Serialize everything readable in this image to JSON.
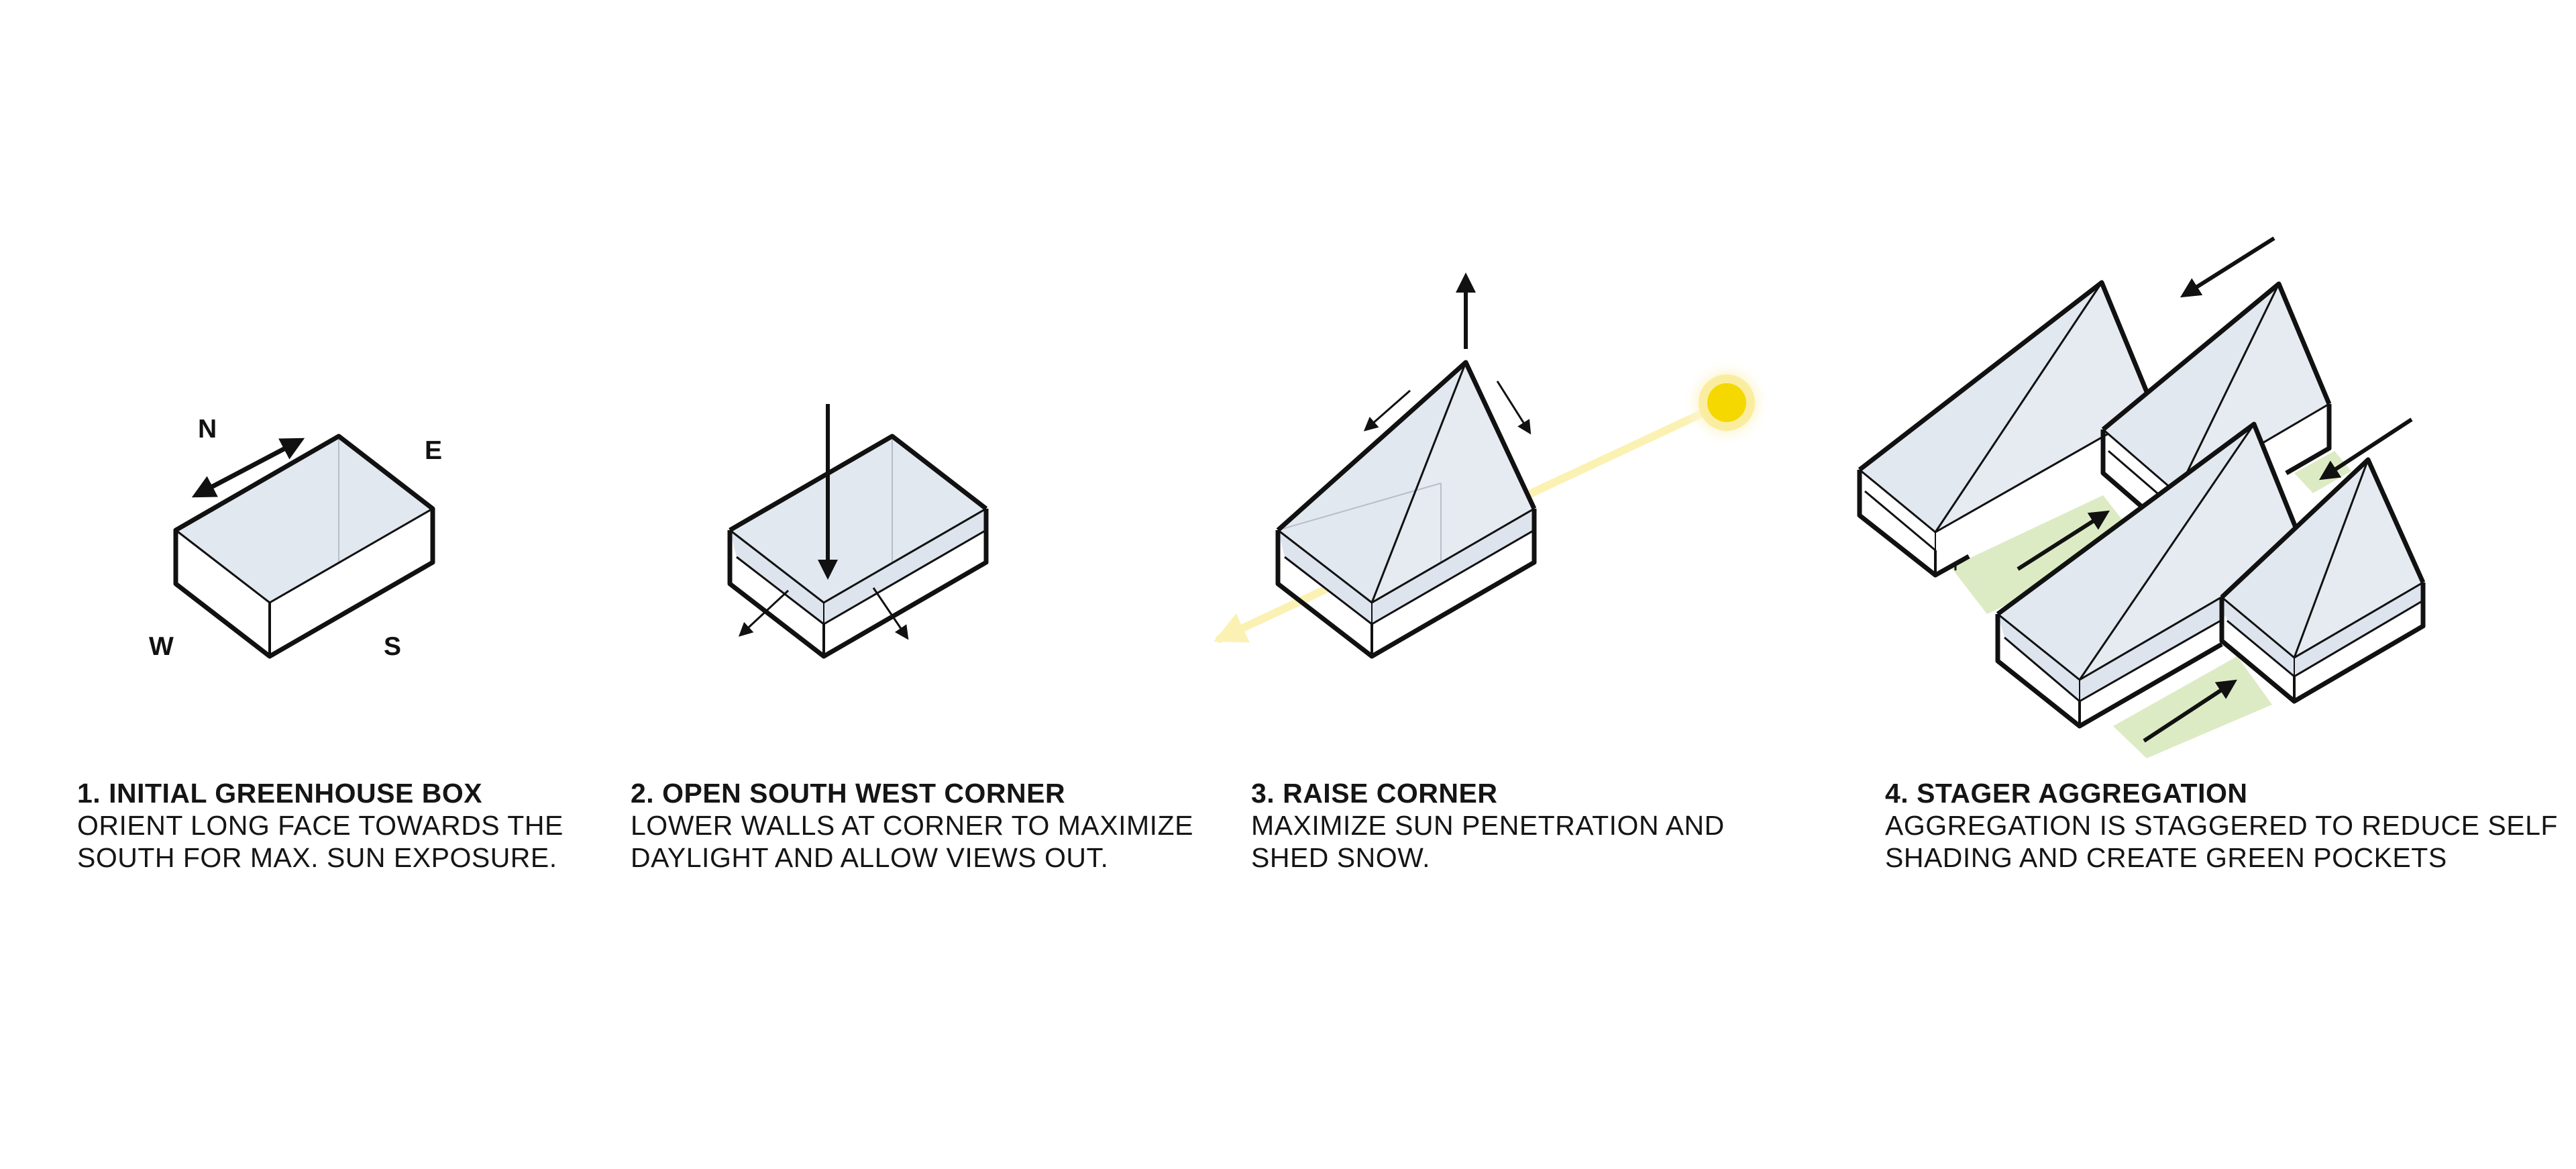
{
  "compass": {
    "north": "N",
    "east": "E",
    "west": "W",
    "south": "S"
  },
  "steps": [
    {
      "title": "1. INITIAL GREENHOUSE BOX",
      "description": "ORIENT LONG FACE TOWARDS THE\nSOUTH FOR MAX. SUN EXPOSURE."
    },
    {
      "title": "2. OPEN SOUTH WEST CORNER",
      "description": "LOWER WALLS AT CORNER TO MAXIMIZE\nDAYLIGHT AND ALLOW VIEWS OUT."
    },
    {
      "title": "3. RAISE CORNER",
      "description": "MAXIMIZE SUN PENETRATION AND\nSHED SNOW."
    },
    {
      "title": "4. STAGER AGGREGATION",
      "description": "AGGREGATION IS STAGGERED TO REDUCE SELF\nSHADING AND CREATE GREEN POCKETS"
    }
  ],
  "colors": {
    "line": "#111111",
    "glass": "#e2e8f0",
    "green": "#dcebc4",
    "sun": "#f5d800",
    "sun_glow": "#fbf0b0",
    "sun_ray": "#fbf1b3"
  }
}
